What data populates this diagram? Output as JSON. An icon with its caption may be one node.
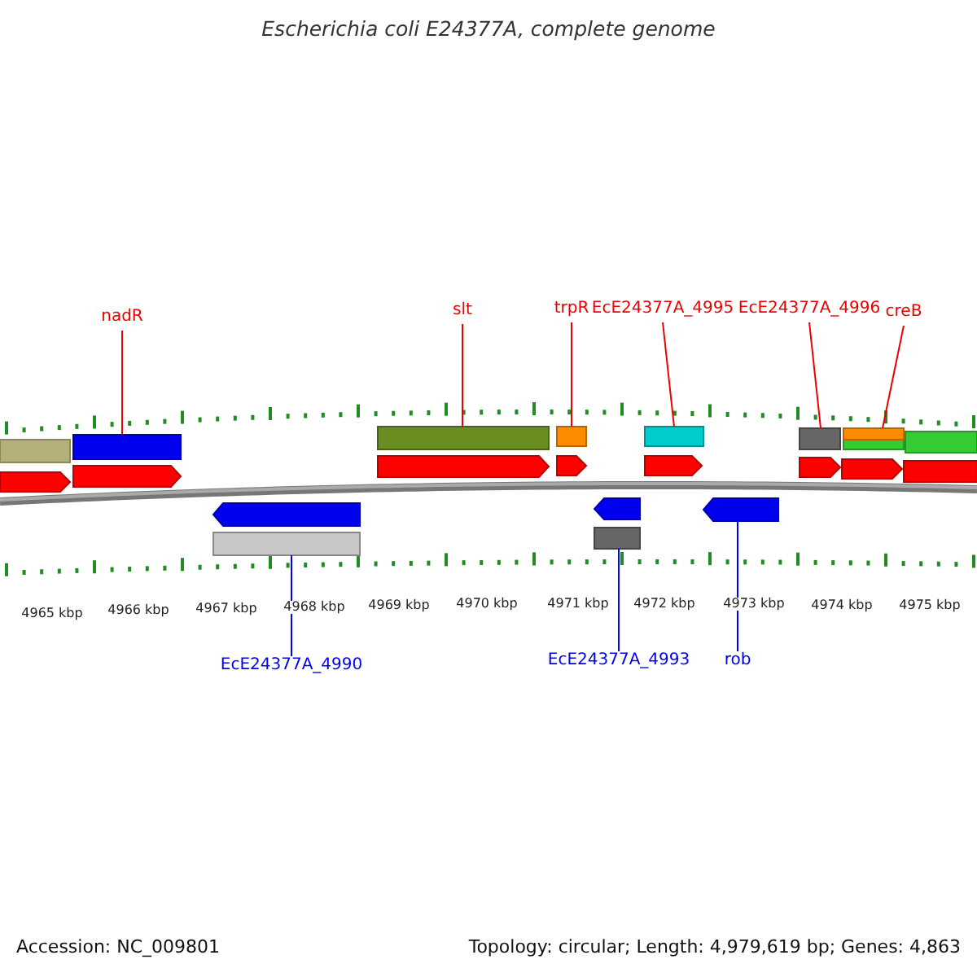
{
  "diagram": {
    "title": "Escherichia coli E24377A, complete genome",
    "nodes": [
      {
        "text": [
          "nadR"
        ]
      },
      {
        "text": [
          "slt"
        ]
      },
      {
        "text": [
          "trpR"
        ]
      },
      {
        "text": [
          "EcE24377A_4995"
        ]
      },
      {
        "text": [
          "EcE24377A_4996"
        ]
      },
      {
        "text": [
          "creB"
        ]
      },
      {
        "text": [],
        "shape": "bar"
      },
      {
        "text": [],
        "shape": "bar"
      },
      {
        "text": [],
        "shape": "bar"
      },
      {
        "text": [],
        "shape": "bar"
      },
      {
        "text": [],
        "shape": "bar"
      },
      {
        "text": [],
        "shape": "bar"
      },
      {
        "text": [],
        "shape": "bar"
      },
      {
        "text": [],
        "shape": "bar"
      },
      {
        "text": [],
        "shape": "bar"
      },
      {
        "text": [
          "EcE24377A_4990"
        ]
      },
      {
        "text": [
          "EcE24377A_4993"
        ]
      },
      {
        "text": [
          "rob"
        ]
      }
    ],
    "edges": [
      {
        "from": 0,
        "to": 6,
        "arrow": "none"
      },
      {
        "from": 1,
        "to": 7,
        "arrow": "none"
      },
      {
        "from": 2,
        "to": 8,
        "arrow": "none"
      },
      {
        "from": 3,
        "to": 9,
        "arrow": "none"
      },
      {
        "from": 4,
        "to": 10,
        "arrow": "none"
      },
      {
        "from": 5,
        "to": 11,
        "arrow": "none"
      },
      {
        "from": 15,
        "to": 12,
        "arrow": "none",
        "color": "#0000ff"
      },
      {
        "from": 16,
        "to": 13,
        "arrow": "none",
        "color": "#0000ff"
      },
      {
        "from": 17,
        "to": 14,
        "arrow": "none",
        "color": "#0000ff"
      }
    ],
    "labels": [
      "4965 kbp",
      "4966 kbp",
      "4967 kbp",
      "4968 kbp",
      "4969 kbp",
      "4970 kbp",
      "4971 kbp",
      "4972 kbp",
      "4973 kbp",
      "4974 kbp",
      "4975 kbp",
      "Accession: NC_009801",
      "Topology: circular; Length: 4,979,619 bp; Genes: 4,863"
    ]
  }
}
